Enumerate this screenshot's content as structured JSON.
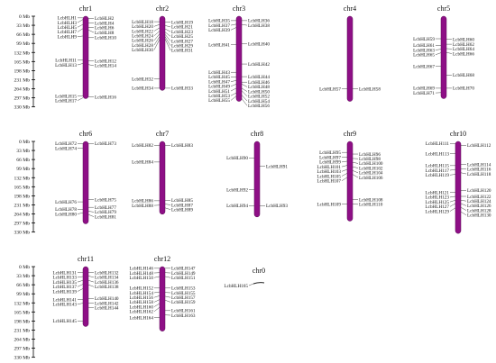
{
  "scale": {
    "unit": "Mb",
    "ticks": [
      "0 Mb",
      "33 Mb",
      "66 Mb",
      "99 Mb",
      "132 Mb",
      "165 Mb",
      "198 Mb",
      "231 Mb",
      "264 Mb",
      "297 Mb",
      "330 Mb"
    ],
    "tick_values": [
      0,
      33,
      66,
      99,
      132,
      165,
      198,
      231,
      264,
      297,
      330
    ]
  },
  "colors": {
    "chromosome": "#8e0f86",
    "chromosome_stroke": "#5a0a55",
    "line": "#333333",
    "unplaced": "#222222"
  },
  "chart_data": {
    "type": "chromosome_map",
    "chromosomes": [
      {
        "name": "chr1",
        "length": 300,
        "left": [
          {
            "gene": "LcbHLH1",
            "pos": 6
          },
          {
            "gene": "LcbHLH3",
            "pos": 12
          },
          {
            "gene": "LcbHLH5",
            "pos": 30
          },
          {
            "gene": "LcbHLH7",
            "pos": 45
          },
          {
            "gene": "LcbHLH9",
            "pos": 72
          },
          {
            "gene": "LcbHLH11",
            "pos": 160
          },
          {
            "gene": "LcbHLH13",
            "pos": 172
          },
          {
            "gene": "LcbHLH15",
            "pos": 290
          },
          {
            "gene": "LcbHLH17",
            "pos": 297
          }
        ],
        "right": [
          {
            "gene": "LcbHLH2",
            "pos": 8
          },
          {
            "gene": "LcbHLH4",
            "pos": 25
          },
          {
            "gene": "LcbHLH6",
            "pos": 40
          },
          {
            "gene": "LcbHLH8",
            "pos": 50
          },
          {
            "gene": "LcbHLH10",
            "pos": 78
          },
          {
            "gene": "LcbHLH12",
            "pos": 163
          },
          {
            "gene": "LcbHLH14",
            "pos": 176
          },
          {
            "gene": "LcbHLH16",
            "pos": 294
          }
        ]
      },
      {
        "name": "chr2",
        "length": 270,
        "left": [
          {
            "gene": "LcbHLH18",
            "pos": 20
          },
          {
            "gene": "LcbHLH20",
            "pos": 30
          },
          {
            "gene": "LcbHLH22",
            "pos": 42
          },
          {
            "gene": "LcbHLH24",
            "pos": 54
          },
          {
            "gene": "LcbHLH26",
            "pos": 64
          },
          {
            "gene": "LcbHLH28",
            "pos": 74
          },
          {
            "gene": "LcbHLH30",
            "pos": 84
          },
          {
            "gene": "LcbHLH32",
            "pos": 228
          },
          {
            "gene": "LcbHLH34",
            "pos": 262
          }
        ],
        "right": [
          {
            "gene": "LcbHLH19",
            "pos": 22
          },
          {
            "gene": "LcbHLH21",
            "pos": 34
          },
          {
            "gene": "LcbHLH23",
            "pos": 46
          },
          {
            "gene": "LcbHLH25",
            "pos": 58
          },
          {
            "gene": "LcbHLH27",
            "pos": 66
          },
          {
            "gene": "LcbHLH29",
            "pos": 74
          },
          {
            "gene": "LcbHLH31",
            "pos": 82
          },
          {
            "gene": "LcbHLH33",
            "pos": 262
          }
        ]
      },
      {
        "name": "chr3",
        "length": 310,
        "left": [
          {
            "gene": "LcbHLH35",
            "pos": 16
          },
          {
            "gene": "LcbHLH37",
            "pos": 29
          },
          {
            "gene": "LcbHLH39",
            "pos": 41
          },
          {
            "gene": "LcbHLH41",
            "pos": 104
          },
          {
            "gene": "LcbHLH43",
            "pos": 204
          },
          {
            "gene": "LcbHLH45",
            "pos": 221
          },
          {
            "gene": "LcbHLH47",
            "pos": 234
          },
          {
            "gene": "LcbHLH49",
            "pos": 247
          },
          {
            "gene": "LcbHLH51",
            "pos": 262
          },
          {
            "gene": "LcbHLH53",
            "pos": 279
          },
          {
            "gene": "LcbHLH55",
            "pos": 291
          }
        ],
        "right": [
          {
            "gene": "LcbHLH36",
            "pos": 16
          },
          {
            "gene": "LcbHLH38",
            "pos": 30
          },
          {
            "gene": "LcbHLH40",
            "pos": 100
          },
          {
            "gene": "LcbHLH42",
            "pos": 174
          },
          {
            "gene": "LcbHLH44",
            "pos": 220
          },
          {
            "gene": "LcbHLH46",
            "pos": 240
          },
          {
            "gene": "LcbHLH48",
            "pos": 247
          },
          {
            "gene": "LcbHLH50",
            "pos": 262
          },
          {
            "gene": "LcbHLH52",
            "pos": 271
          },
          {
            "gene": "LcbHLH54",
            "pos": 287
          },
          {
            "gene": "LcbHLH56",
            "pos": 300
          }
        ]
      },
      {
        "name": "chr4",
        "length": 310,
        "left": [
          {
            "gene": "LcbHLH57",
            "pos": 264
          }
        ],
        "right": [
          {
            "gene": "LcbHLH58",
            "pos": 264
          }
        ]
      },
      {
        "name": "chr5",
        "length": 300,
        "left": [
          {
            "gene": "LcbHLH59",
            "pos": 82
          },
          {
            "gene": "LcbHLH61",
            "pos": 106
          },
          {
            "gene": "LcbHLH63",
            "pos": 120
          },
          {
            "gene": "LcbHLH65",
            "pos": 133
          },
          {
            "gene": "LcbHLH67",
            "pos": 182
          },
          {
            "gene": "LcbHLH69",
            "pos": 262
          },
          {
            "gene": "LcbHLH71",
            "pos": 278
          }
        ],
        "right": [
          {
            "gene": "LcbHLH60",
            "pos": 84
          },
          {
            "gene": "LcbHLH62",
            "pos": 102
          },
          {
            "gene": "LcbHLH64",
            "pos": 118
          },
          {
            "gene": "LcbHLH66",
            "pos": 132
          },
          {
            "gene": "LcbHLH68",
            "pos": 214
          },
          {
            "gene": "LcbHLH70",
            "pos": 262
          }
        ]
      },
      {
        "name": "chr6",
        "length": 300,
        "left": [
          {
            "gene": "LcbHLH72",
            "pos": 8
          },
          {
            "gene": "LcbHLH74",
            "pos": 25
          },
          {
            "gene": "LcbHLH76",
            "pos": 220
          },
          {
            "gene": "LcbHLH78",
            "pos": 247
          },
          {
            "gene": "LcbHLH80",
            "pos": 260
          }
        ],
        "right": [
          {
            "gene": "LcbHLH73",
            "pos": 8
          },
          {
            "gene": "LcbHLH75",
            "pos": 212
          },
          {
            "gene": "LcbHLH77",
            "pos": 240
          },
          {
            "gene": "LcbHLH79",
            "pos": 254
          },
          {
            "gene": "LcbHLH81",
            "pos": 266
          }
        ]
      },
      {
        "name": "chr7",
        "length": 265,
        "left": [
          {
            "gene": "LcbHLH82",
            "pos": 14
          },
          {
            "gene": "LcbHLH84",
            "pos": 75
          },
          {
            "gene": "LcbHLH86",
            "pos": 216
          },
          {
            "gene": "LcbHLH88",
            "pos": 232
          }
        ],
        "right": [
          {
            "gene": "LcbHLH83",
            "pos": 14
          },
          {
            "gene": "LcbHLH85",
            "pos": 214
          },
          {
            "gene": "LcbHLH87",
            "pos": 228
          },
          {
            "gene": "LcbHLH89",
            "pos": 242
          }
        ]
      },
      {
        "name": "chr8",
        "length": 275,
        "left": [
          {
            "gene": "LcbHLH90",
            "pos": 60
          },
          {
            "gene": "LcbHLH92",
            "pos": 176
          },
          {
            "gene": "LcbHLH94",
            "pos": 234
          }
        ],
        "right": [
          {
            "gene": "LcbHLH91",
            "pos": 90
          },
          {
            "gene": "LcbHLH93",
            "pos": 234
          }
        ]
      },
      {
        "name": "chr9",
        "length": 290,
        "left": [
          {
            "gene": "LcbHLH95",
            "pos": 40
          },
          {
            "gene": "LcbHLH97",
            "pos": 58
          },
          {
            "gene": "LcbHLH99",
            "pos": 72
          },
          {
            "gene": "LcbHLH101",
            "pos": 87
          },
          {
            "gene": "LcbHLH103",
            "pos": 102
          },
          {
            "gene": "LcbHLH105",
            "pos": 116
          },
          {
            "gene": "LcbHLH107",
            "pos": 131
          },
          {
            "gene": "LcbHLH109",
            "pos": 228
          }
        ],
        "right": [
          {
            "gene": "LcbHLH96",
            "pos": 46
          },
          {
            "gene": "LcbHLH98",
            "pos": 62
          },
          {
            "gene": "LcbHLH100",
            "pos": 76
          },
          {
            "gene": "LcbHLH102",
            "pos": 92
          },
          {
            "gene": "LcbHLH104",
            "pos": 106
          },
          {
            "gene": "LcbHLH106",
            "pos": 120
          },
          {
            "gene": "LcbHLH108",
            "pos": 212
          },
          {
            "gene": "LcbHLH110",
            "pos": 228
          }
        ]
      },
      {
        "name": "chr10",
        "length": 335,
        "left": [
          {
            "gene": "LcbHLH111",
            "pos": 8
          },
          {
            "gene": "LcbHLH113",
            "pos": 45
          },
          {
            "gene": "LcbHLH115",
            "pos": 88
          },
          {
            "gene": "LcbHLH117",
            "pos": 102
          },
          {
            "gene": "LcbHLH119",
            "pos": 120
          },
          {
            "gene": "LcbHLH121",
            "pos": 186
          },
          {
            "gene": "LcbHLH123",
            "pos": 200
          },
          {
            "gene": "LcbHLH125",
            "pos": 214
          },
          {
            "gene": "LcbHLH127",
            "pos": 226
          },
          {
            "gene": "LcbHLH129",
            "pos": 242
          }
        ],
        "right": [
          {
            "gene": "LcbHLH112",
            "pos": 14
          },
          {
            "gene": "LcbHLH114",
            "pos": 84
          },
          {
            "gene": "LcbHLH116",
            "pos": 100
          },
          {
            "gene": "LcbHLH118",
            "pos": 114
          },
          {
            "gene": "LcbHLH120",
            "pos": 178
          },
          {
            "gene": "LcbHLH122",
            "pos": 200
          },
          {
            "gene": "LcbHLH124",
            "pos": 214
          },
          {
            "gene": "LcbHLH126",
            "pos": 226
          },
          {
            "gene": "LcbHLH128",
            "pos": 240
          },
          {
            "gene": "LcbHLH130",
            "pos": 256
          }
        ]
      },
      {
        "name": "chr11",
        "length": 218,
        "left": [
          {
            "gene": "LcbHLH131",
            "pos": 22
          },
          {
            "gene": "LcbHLH133",
            "pos": 36
          },
          {
            "gene": "LcbHLH135",
            "pos": 50
          },
          {
            "gene": "LcbHLH137",
            "pos": 64
          },
          {
            "gene": "LcbHLH139",
            "pos": 80
          },
          {
            "gene": "LcbHLH141",
            "pos": 120
          },
          {
            "gene": "LcbHLH143",
            "pos": 133
          },
          {
            "gene": "LcbHLH145",
            "pos": 198
          }
        ],
        "right": [
          {
            "gene": "LcbHLH132",
            "pos": 22
          },
          {
            "gene": "LcbHLH134",
            "pos": 34
          },
          {
            "gene": "LcbHLH136",
            "pos": 50
          },
          {
            "gene": "LcbHLH138",
            "pos": 66
          },
          {
            "gene": "LcbHLH140",
            "pos": 116
          },
          {
            "gene": "LcbHLH142",
            "pos": 132
          },
          {
            "gene": "LcbHLH144",
            "pos": 148
          }
        ]
      },
      {
        "name": "chr12",
        "length": 235,
        "left": [
          {
            "gene": "LcbHLH146",
            "pos": 6
          },
          {
            "gene": "LcbHLH148",
            "pos": 22
          },
          {
            "gene": "LcbHLH150",
            "pos": 36
          },
          {
            "gene": "LcbHLH152",
            "pos": 78
          },
          {
            "gene": "LcbHLH154",
            "pos": 92
          },
          {
            "gene": "LcbHLH156",
            "pos": 106
          },
          {
            "gene": "LcbHLH158",
            "pos": 120
          },
          {
            "gene": "LcbHLH160",
            "pos": 134
          },
          {
            "gene": "LcbHLH162",
            "pos": 148
          },
          {
            "gene": "LcbHLH164",
            "pos": 186
          }
        ],
        "right": [
          {
            "gene": "LcbHLH147",
            "pos": 6
          },
          {
            "gene": "LcbHLH149",
            "pos": 22
          },
          {
            "gene": "LcbHLH151",
            "pos": 36
          },
          {
            "gene": "LcbHLH153",
            "pos": 78
          },
          {
            "gene": "LcbHLH155",
            "pos": 94
          },
          {
            "gene": "LcbHLH157",
            "pos": 108
          },
          {
            "gene": "LcbHLH159",
            "pos": 122
          },
          {
            "gene": "LcbHLH161",
            "pos": 160
          },
          {
            "gene": "LcbHLH163",
            "pos": 176
          }
        ]
      },
      {
        "name": "chr0",
        "length": 0,
        "unplaced": true,
        "left": [
          {
            "gene": "LcbHLH165",
            "pos": 0
          }
        ],
        "right": []
      }
    ]
  }
}
